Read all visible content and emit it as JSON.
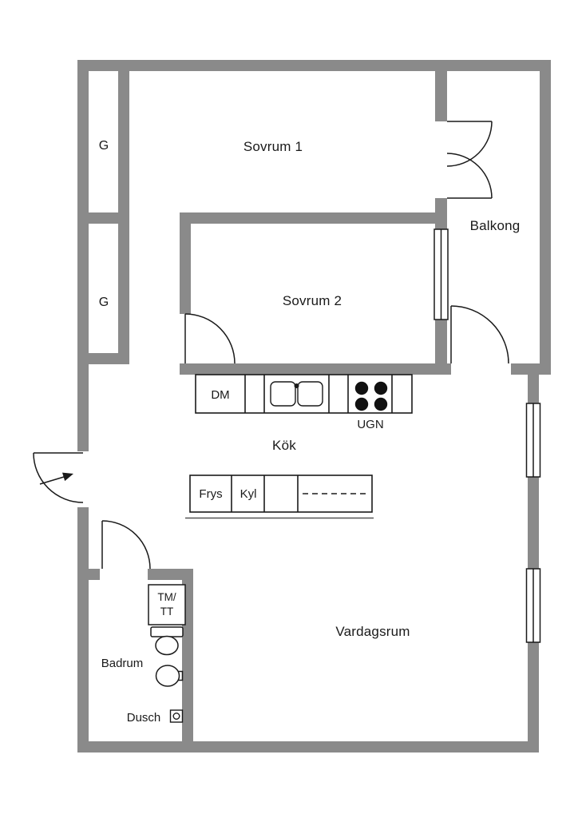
{
  "meta": {
    "type": "apartment-floor-plan",
    "background": "#ffffff",
    "wall_color": "#8a8a8a",
    "line_color": "#1a1a1a",
    "text_color": "#1a1a1a"
  },
  "rooms": {
    "closet_top": "G",
    "closet_bottom": "G",
    "sovrum1": "Sovrum 1",
    "sovrum2": "Sovrum 2",
    "balkong": "Balkong",
    "kok": "Kök",
    "vardagsrum": "Vardagsrum",
    "badrum": "Badrum",
    "dusch": "Dusch"
  },
  "fixtures": {
    "dm": "DM",
    "ugn": "UGN",
    "frys": "Frys",
    "kyl": "Kyl",
    "tm_line1": "TM/",
    "tm_line2": "TT"
  },
  "icons": {
    "entry_arrow": "entry-direction-arrow",
    "door_swing": "door-swing-arc",
    "double_door": "double-door-swing",
    "window": "window-symbol",
    "sink": "kitchen-double-sink",
    "stove": "stove-4-burners",
    "toilet": "toilet",
    "washbasin": "washbasin",
    "floor_drain": "shower-floor-drain"
  }
}
